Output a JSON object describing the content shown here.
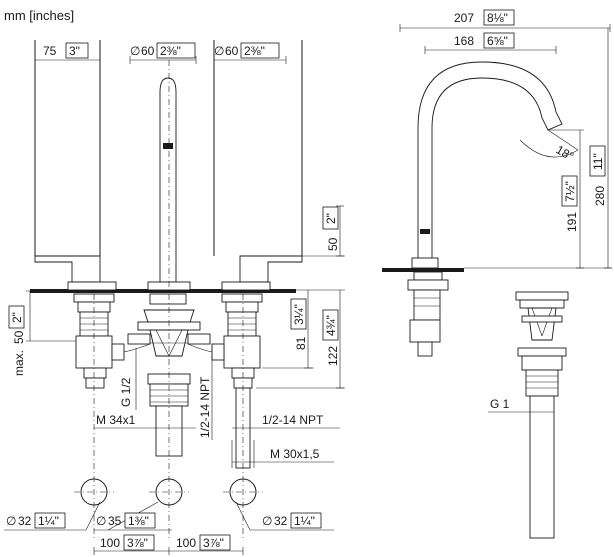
{
  "units_label": "mm [inches]",
  "dims": {
    "w75": {
      "mm": "75",
      "in": "3\""
    },
    "d60a": {
      "sym": "∅",
      "mm": "60",
      "in": "2⅜\""
    },
    "d60b": {
      "sym": "∅",
      "mm": "60",
      "in": "2⅜\""
    },
    "w207": {
      "mm": "207",
      "in": "8⅛\""
    },
    "w168": {
      "mm": "168",
      "in": "6⅝\""
    },
    "h280": {
      "mm": "280",
      "in": "11\""
    },
    "h191": {
      "mm": "191",
      "in": "7½\""
    },
    "a18": "18°",
    "h50": {
      "mm": "50",
      "in": "2\""
    },
    "h81": {
      "mm": "81",
      "in": "3¼\""
    },
    "h122": {
      "mm": "122",
      "in": "4¾\""
    },
    "max50": {
      "prefix": "max.",
      "mm": "50",
      "in": "2\""
    },
    "d32a": {
      "sym": "∅",
      "mm": "32",
      "in": "1¼\""
    },
    "d35": {
      "sym": "∅",
      "mm": "35",
      "in": "1⅜\""
    },
    "d32b": {
      "sym": "∅",
      "mm": "32",
      "in": "1¼\""
    },
    "s100a": {
      "mm": "100",
      "in": "3⅞\""
    },
    "s100b": {
      "mm": "100",
      "in": "3⅞\""
    }
  },
  "threads": {
    "g12": "G 1/2",
    "npt_v": "1/2-14 NPT",
    "npt_h": "1/2-14 NPT",
    "m34": "M 34x1",
    "m30": "M 30x1,5",
    "g1": "G 1"
  }
}
